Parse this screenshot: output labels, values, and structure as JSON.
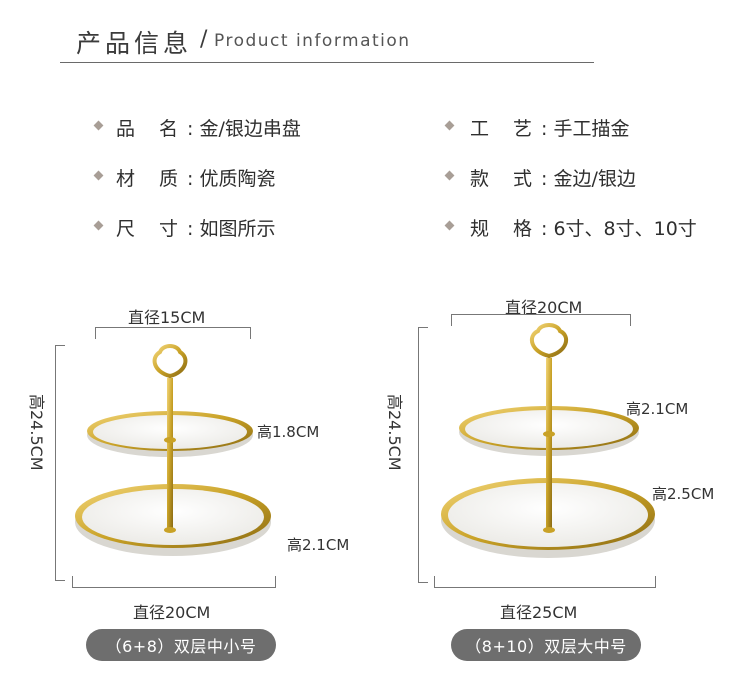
{
  "header": {
    "title_cn": "产品信息",
    "separator": "/",
    "title_en": "Product information"
  },
  "specs": {
    "left": [
      {
        "key": "品 名",
        "value": "金/银边串盘"
      },
      {
        "key": "材 质",
        "value": "优质陶瓷"
      },
      {
        "key": "尺 寸",
        "value": "如图所示"
      }
    ],
    "right": [
      {
        "key": "工 艺",
        "value": "手工描金"
      },
      {
        "key": "款 式",
        "value": "金边/银边"
      },
      {
        "key": "规 格",
        "value": "6寸、8寸、10寸"
      }
    ],
    "colon": ":"
  },
  "products": [
    {
      "top_diameter": "直径15CM",
      "bottom_diameter": "直径20CM",
      "height": "高24.5CM",
      "top_plate_height": "高1.8CM",
      "bottom_plate_height": "高2.1CM",
      "label": "（6+8）双层中小号"
    },
    {
      "top_diameter": "直径20CM",
      "bottom_diameter": "直径25CM",
      "height": "高24.5CM",
      "top_plate_height": "高2.1CM",
      "bottom_plate_height": "高2.5CM",
      "label": "（8+10）双层大中号"
    }
  ],
  "colors": {
    "gold": "#c9a227",
    "pill_bg": "#6e6e6e",
    "diamond": "#a89e96"
  }
}
